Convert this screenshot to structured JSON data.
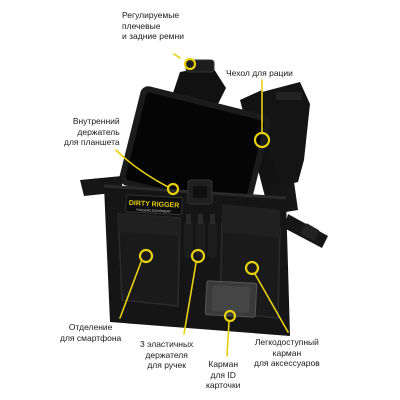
{
  "product": {
    "brand_logo": "DIRTY RIGGER",
    "brand_tagline": "RIGGERS EQUIPMENT",
    "accent_color": "#e8cf10",
    "body_color": "#151515"
  },
  "callouts": {
    "straps": [
      "Регулируемые",
      "плечевые",
      "и задние ремни"
    ],
    "radio": [
      "Чехол для рации"
    ],
    "tablet": [
      "Внутренний",
      "держатель",
      "для планшета"
    ],
    "phone": [
      "Отделение",
      "для смартфона"
    ],
    "pens": [
      "3 эластичных",
      "держателя",
      "для ручек"
    ],
    "id_card": [
      "Карман",
      "для ID",
      "карточки"
    ],
    "pocket": [
      "Легкодоступный",
      "карман",
      "для аксессуаров"
    ]
  }
}
